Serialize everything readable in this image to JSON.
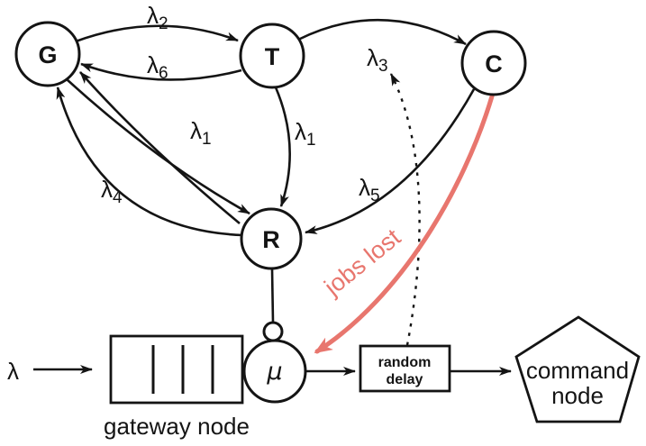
{
  "figure": {
    "nodes": {
      "g": {
        "label": "G"
      },
      "t": {
        "label": "T"
      },
      "c": {
        "label": "C"
      },
      "r": {
        "label": "R"
      },
      "mu": {
        "label": "μ"
      }
    },
    "edge_labels": {
      "lambda2": {
        "base": "λ",
        "sub": "2"
      },
      "lambda6": {
        "base": "λ",
        "sub": "6"
      },
      "lambda3": {
        "base": "λ",
        "sub": "3"
      },
      "lambda1_gr": {
        "base": "λ",
        "sub": "1"
      },
      "lambda1_tr": {
        "base": "λ",
        "sub": "1"
      },
      "lambda4": {
        "base": "λ",
        "sub": "4"
      },
      "lambda5": {
        "base": "λ",
        "sub": "5"
      },
      "arrival": "λ"
    },
    "annotations": {
      "jobs_lost": "jobs lost"
    },
    "random_delay_box": {
      "line1": "random",
      "line2": "delay"
    },
    "gateway_label": "gateway node",
    "command_node": {
      "line1": "command",
      "line2": "node"
    },
    "colors": {
      "c_node_fill": "#f9b7b3",
      "lost_color": "#e8766e",
      "ink": "#141414",
      "background": "#ffffff"
    }
  }
}
